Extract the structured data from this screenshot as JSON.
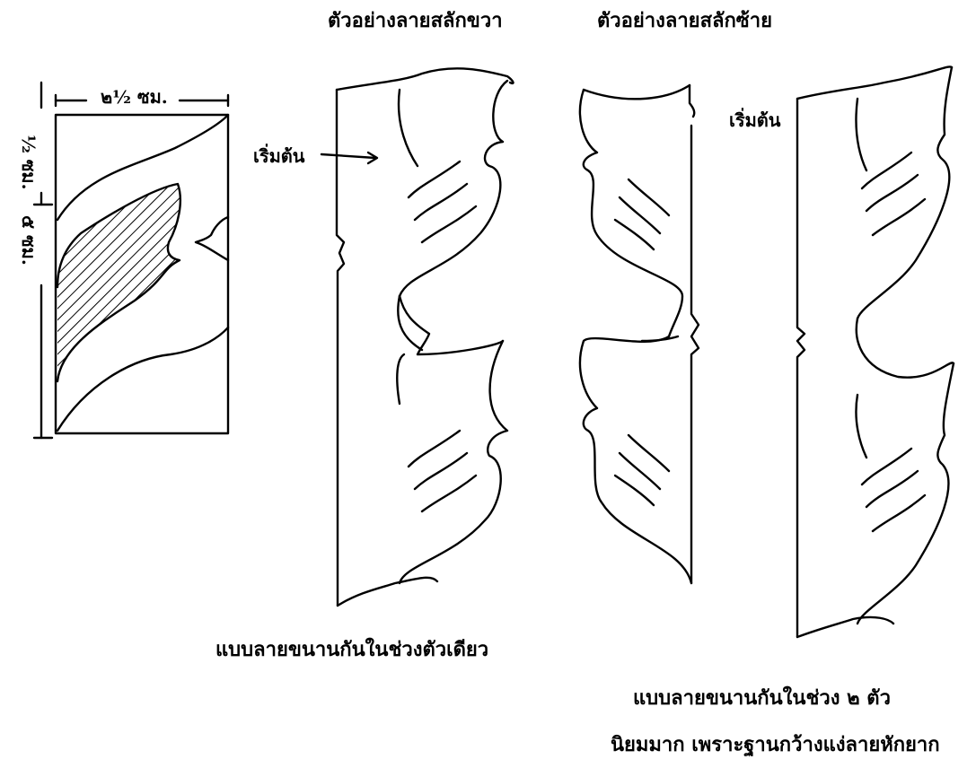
{
  "titles": {
    "right_example": "ตัวอย่างลายสลักขวา",
    "left_example": "ตัวอย่างลายสลักซ้าย"
  },
  "labels": {
    "start_right": "เริ่มต้น",
    "start_left": "เริ่มต้น",
    "dim_width": "๒½ ซม.",
    "dim_top": "½ ซม.",
    "dim_height": "๕ ซม."
  },
  "captions": {
    "single": "แบบลายขนานกันในช่วงตัวเดียว",
    "double": "แบบลายขนานกันในช่วง ๒ ตัว",
    "note": "นิยมมาก เพราะฐานกว้างแง่ลายหักยาก"
  },
  "colors": {
    "ink": "#000000",
    "paper": "#ffffff"
  }
}
